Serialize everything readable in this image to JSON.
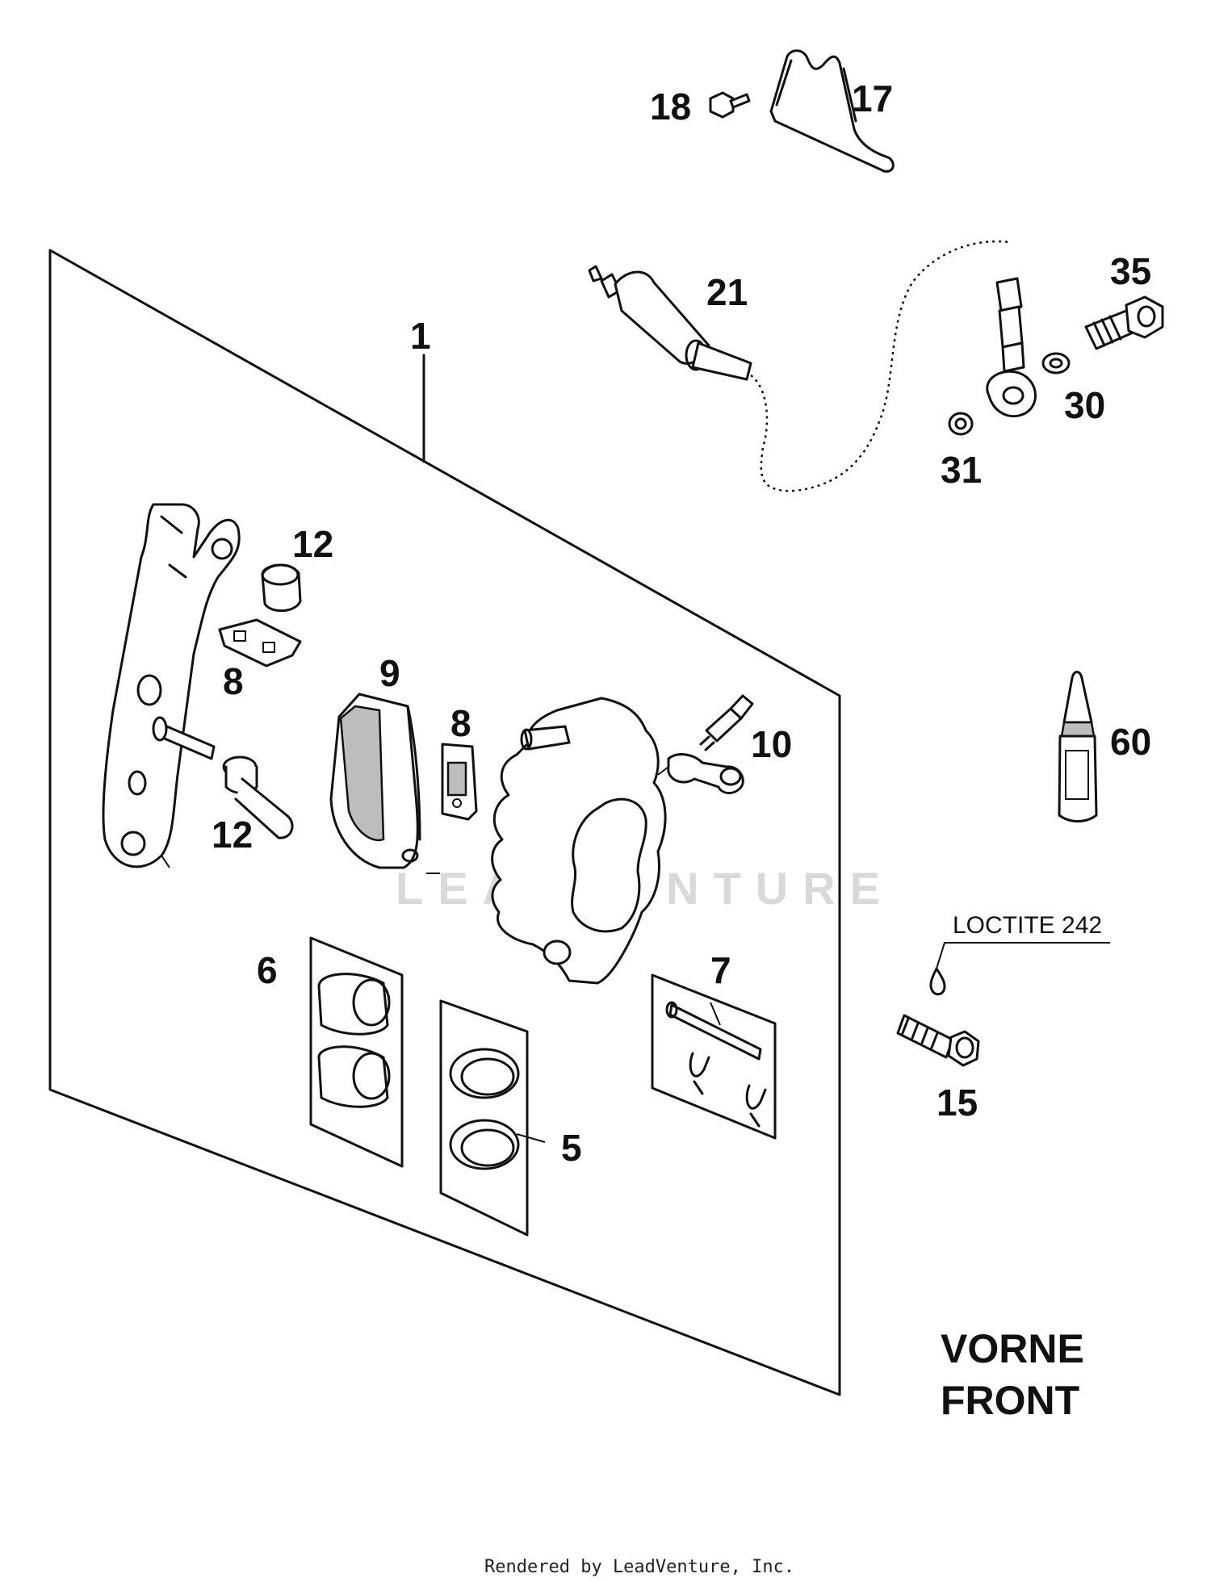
{
  "callouts": {
    "p1": "1",
    "p5": "5",
    "p6": "6",
    "p7": "7",
    "p8a": "8",
    "p8b": "8",
    "p9": "9",
    "p10": "10",
    "p12a": "12",
    "p12b": "12",
    "p15": "15",
    "p17": "17",
    "p18": "18",
    "p21": "21",
    "p30": "30",
    "p31": "31",
    "p35": "35",
    "p60": "60"
  },
  "note_loctite": "LOCTITE 242",
  "heading": {
    "line1": "VORNE",
    "line2": "FRONT"
  },
  "footer": "Rendered by LeadVenture, Inc.",
  "watermark": "LEADVENTURE"
}
